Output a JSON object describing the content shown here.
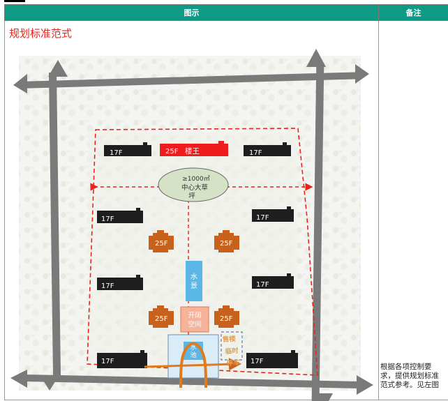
{
  "table": {
    "header_figure": "图示",
    "header_note": "备注"
  },
  "figure": {
    "title": "规划标准范式",
    "labels": {
      "floor_17": "17F",
      "floor_25": "25F",
      "landmark": "楼王",
      "lawn_area": "≥1000㎡",
      "lawn_name_1": "中心大草",
      "lawn_name_2": "坪",
      "water_feature": "水景",
      "landscape_1": "开阔",
      "landscape_2": "空间",
      "water_pool": "水池",
      "sales_1": "售楼",
      "sales_2": "临时",
      "sales_3": "停车"
    },
    "colors": {
      "accent": "#0e9a84",
      "red": "#e8241d",
      "orange": "#c8611c",
      "dark_building": "#1e1e1e",
      "water": "#5bb7e8",
      "road": "#7a7a7a"
    }
  },
  "note": {
    "text": "根据各项控制要求，提供规划标准范式参考。见左图"
  }
}
